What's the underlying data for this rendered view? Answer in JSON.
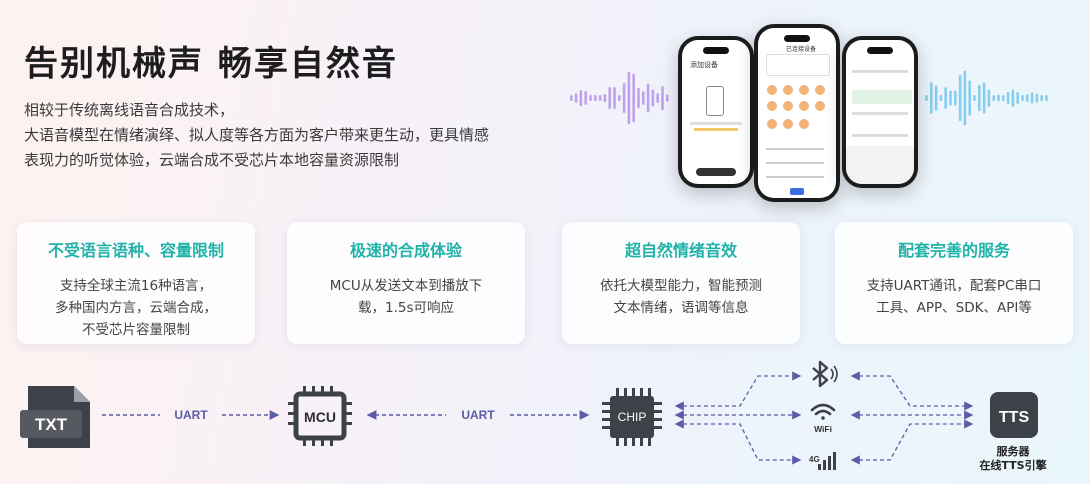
{
  "headline": "告别机械声 畅享自然音",
  "description": [
    "相较于传统离线语音合成技术，",
    "大语音模型在情绪演绎、拟人度等各方面为客户带来更生动，更具情感",
    "表现力的听觉体验，云端合成不受芯片本地容量资源限制"
  ],
  "phones": {
    "left_title": "添加设备",
    "middle_title": "已连接设备"
  },
  "cards": [
    {
      "title": "不受语言语种、容量限制",
      "lines": [
        "支持全球主流16种语言，",
        "多种国内方言，云端合成，",
        "不受芯片容量限制"
      ]
    },
    {
      "title": "极速的合成体验",
      "lines": [
        "MCU从发送文本到播放下",
        "载，1.5s可响应"
      ]
    },
    {
      "title": "超自然情绪音效",
      "lines": [
        "依托大模型能力，智能预测",
        "文本情绪，语调等信息"
      ]
    },
    {
      "title": "配套完善的服务",
      "lines": [
        "支持UART通讯，配套PC串口",
        "工具、APP、SDK、API等"
      ]
    }
  ],
  "flow": {
    "txt": "TXT",
    "mcu": "MCU",
    "chip": "CHIP",
    "uart1": "UART",
    "uart2": "UART",
    "wifi": "WiFi",
    "cell": "4G",
    "tts": "TTS",
    "server": "服务器",
    "engine": "在线TTS引擎"
  },
  "colors": {
    "accent": "#22b3a8",
    "flow": "#5b5ba8"
  }
}
